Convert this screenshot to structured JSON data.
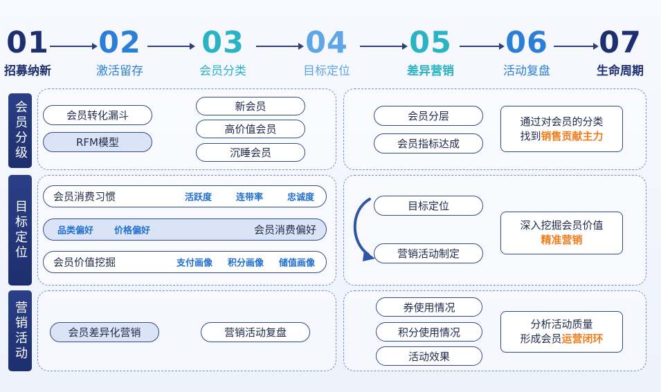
{
  "colors": {
    "dark_blue": "#1d2f6e",
    "mid_blue": "#2b7fd6",
    "teal": "#2ab3c3",
    "light_blue": "#5ea6e6",
    "accent_orange": "#f07d1a",
    "tag_blue": "#1f6fd0"
  },
  "steps": [
    {
      "num": "01",
      "label": "招募纳新"
    },
    {
      "num": "02",
      "label": "激活留存"
    },
    {
      "num": "03",
      "label": "会员分类"
    },
    {
      "num": "04",
      "label": "目标定位"
    },
    {
      "num": "05",
      "label": "差异营销"
    },
    {
      "num": "06",
      "label": "活动复盘"
    },
    {
      "num": "07",
      "label": "生命周期"
    }
  ],
  "rows": [
    {
      "label": "会员分级",
      "left": {
        "funnel": "会员转化漏斗",
        "rfm": "RFM模型",
        "new_member": "新会员",
        "high_value": "高价值会员",
        "dormant": "沉睡会员"
      },
      "right": {
        "layering": "会员分层",
        "indicator": "会员指标达成",
        "note_line1": "通过对会员的分类",
        "note_line2_prefix": "找到",
        "note_line2_highlight": "销售贡献主力"
      }
    },
    {
      "label": "目标定位",
      "left": {
        "habit": "会员消费习惯",
        "habit_tags": [
          "活跃度",
          "连带率",
          "忠诚度"
        ],
        "preference": "会员消费偏好",
        "preference_tags": [
          "品类偏好",
          "价格偏好"
        ],
        "value_mining": "会员价值挖掘",
        "value_tags": [
          "支付画像",
          "积分画像",
          "储值画像"
        ]
      },
      "right": {
        "targeting": "目标定位",
        "campaign_plan": "营销活动制定",
        "note_line1": "深入挖掘会员价值",
        "note_line2_highlight": "精准营销"
      }
    },
    {
      "label": "营销活动",
      "left": {
        "diff_marketing": "会员差异化营销",
        "campaign_review": "营销活动复盘"
      },
      "right": {
        "coupon_usage": "券使用情况",
        "points_usage": "积分使用情况",
        "effect": "活动效果",
        "note_line1": "分析活动质量",
        "note_line2_prefix": "形成会员",
        "note_line2_highlight": "运营闭环"
      }
    }
  ]
}
